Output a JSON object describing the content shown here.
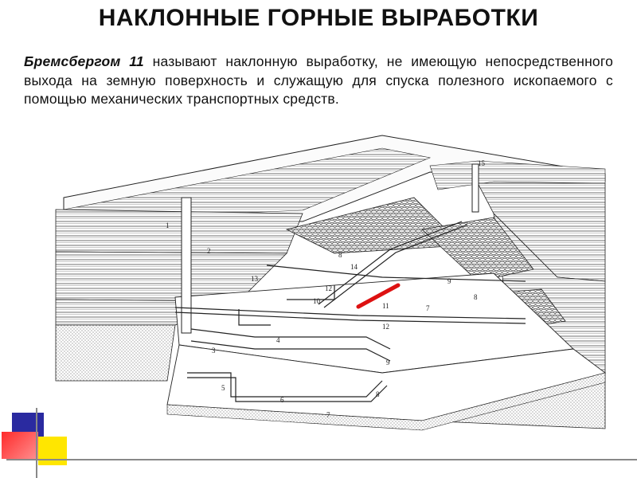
{
  "title": "НАКЛОННЫЕ ГОРНЫЕ ВЫРАБОТКИ",
  "definition": {
    "term": "Бремсбергом 11",
    "text": " называют наклонную выработку, не имеющую непосредственного выхода на земную поверхность и служащую для спуска полезного ископаемого с помощью механических транспортных средств."
  },
  "diagram": {
    "highlight_color": "#dd1111",
    "labels": [
      "1",
      "2",
      "3",
      "4",
      "5",
      "6",
      "7",
      "7",
      "8",
      "8",
      "8",
      "9",
      "9",
      "10",
      "11",
      "12",
      "12",
      "13",
      "14",
      "15"
    ]
  },
  "decoration": {
    "blue": "#2a2aa0",
    "yellow": "#ffe600",
    "red": "#ff2a2a"
  }
}
